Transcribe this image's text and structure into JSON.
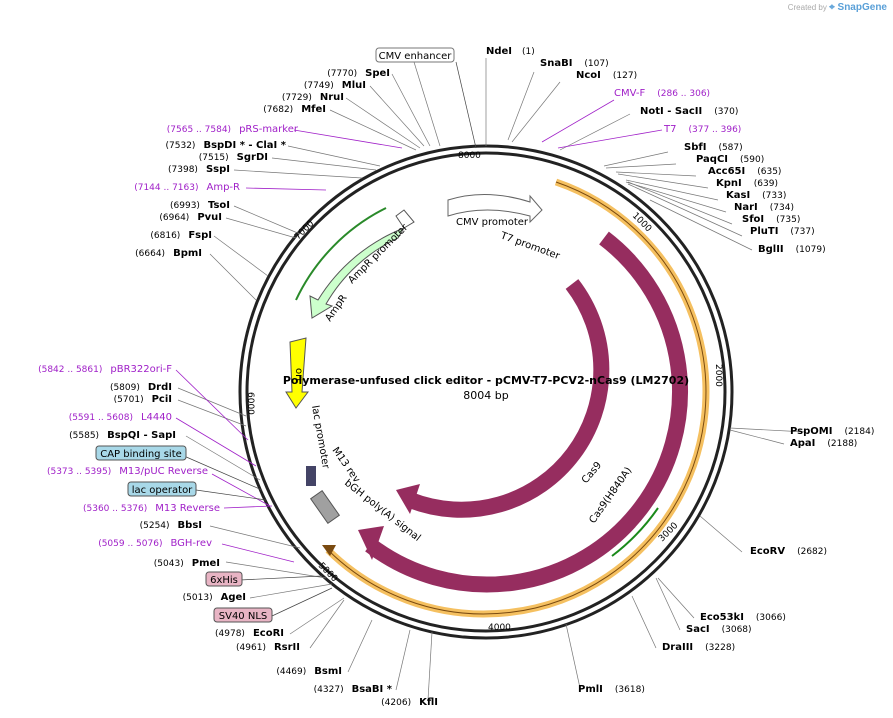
{
  "watermark": {
    "prefix": "Created by",
    "brand": "SnapGene"
  },
  "title": "Polymerase-unfused click editor - pCMV-T7-PCV2-nCas9 (LM2702)",
  "subtitle": "8004 bp",
  "length": 8004,
  "ticks": [
    "8000",
    "1000",
    "2000",
    "3000",
    "4000",
    "5000",
    "6000",
    "7000"
  ],
  "enzymes": [
    {
      "name": "NdeI",
      "pos": "(1)",
      "tail": ""
    },
    {
      "name": "SnaBI",
      "pos": "(107)",
      "tail": ""
    },
    {
      "name": "NcoI",
      "pos": "(127)",
      "tail": ""
    },
    {
      "name": "NotI",
      "pos": "(370)",
      "tail": " - SacII"
    },
    {
      "name": "SbfI",
      "pos": "(587)",
      "tail": ""
    },
    {
      "name": "PaqCI",
      "pos": "(590)",
      "tail": ""
    },
    {
      "name": "Acc65I",
      "pos": "(635)",
      "tail": ""
    },
    {
      "name": "KpnI",
      "pos": "(639)",
      "tail": ""
    },
    {
      "name": "KasI",
      "pos": "(733)",
      "tail": ""
    },
    {
      "name": "NarI",
      "pos": "(734)",
      "tail": ""
    },
    {
      "name": "SfoI",
      "pos": "(735)",
      "tail": ""
    },
    {
      "name": "PluTI",
      "pos": "(737)",
      "tail": ""
    },
    {
      "name": "BglII",
      "pos": "(1079)",
      "tail": ""
    },
    {
      "name": "PspOMI",
      "pos": "(2184)",
      "tail": ""
    },
    {
      "name": "ApaI",
      "pos": "(2188)",
      "tail": ""
    },
    {
      "name": "EcoRV",
      "pos": "(2682)",
      "tail": ""
    },
    {
      "name": "Eco53kI",
      "pos": "(3066)",
      "tail": ""
    },
    {
      "name": "SacI",
      "pos": "(3068)",
      "tail": ""
    },
    {
      "name": "DraIII",
      "pos": "(3228)",
      "tail": ""
    },
    {
      "name": "PmlI",
      "pos": "(3618)",
      "tail": ""
    },
    {
      "name": "KflI",
      "pos": "(4206)",
      "tail": ""
    },
    {
      "name": "BsaBI",
      "pos": "(4327)",
      "tail": " *"
    },
    {
      "name": "BsmI",
      "pos": "(4469)",
      "tail": ""
    },
    {
      "name": "RsrII",
      "pos": "(4961)",
      "tail": ""
    },
    {
      "name": "EcoRI",
      "pos": "(4978)",
      "tail": ""
    },
    {
      "name": "AgeI",
      "pos": "(5013)",
      "tail": ""
    },
    {
      "name": "PmeI",
      "pos": "(5043)",
      "tail": ""
    },
    {
      "name": "BbsI",
      "pos": "(5254)",
      "tail": ""
    },
    {
      "name": "BspQI",
      "pos": "(5585)",
      "tail": " - SapI"
    },
    {
      "name": "PciI",
      "pos": "(5701)",
      "tail": ""
    },
    {
      "name": "DrdI",
      "pos": "(5809)",
      "tail": ""
    },
    {
      "name": "BpmI",
      "pos": "(6664)",
      "tail": ""
    },
    {
      "name": "FspI",
      "pos": "(6816)",
      "tail": ""
    },
    {
      "name": "PvuI",
      "pos": "(6964)",
      "tail": ""
    },
    {
      "name": "TsoI",
      "pos": "(6993)",
      "tail": ""
    },
    {
      "name": "SspI",
      "pos": "(7398)",
      "tail": ""
    },
    {
      "name": "SgrDI",
      "pos": "(7515)",
      "tail": ""
    },
    {
      "name": "BspDI",
      "pos": "(7532)",
      "tail": " * - ClaI *"
    },
    {
      "name": "MfeI",
      "pos": "(7682)",
      "tail": ""
    },
    {
      "name": "NruI",
      "pos": "(7729)",
      "tail": ""
    },
    {
      "name": "MluI",
      "pos": "(7749)",
      "tail": ""
    },
    {
      "name": "SpeI",
      "pos": "(7770)",
      "tail": ""
    }
  ],
  "primers": [
    {
      "name": "CMV-F",
      "range": "(286 .. 306)"
    },
    {
      "name": "T7",
      "range": "(377 .. 396)"
    },
    {
      "name": "pRS-marker",
      "range": "(7565 .. 7584)"
    },
    {
      "name": "Amp-R",
      "range": "(7144 .. 7163)"
    },
    {
      "name": "pBR322ori-F",
      "range": "(5842 .. 5861)"
    },
    {
      "name": "L4440",
      "range": "(5591 .. 5608)"
    },
    {
      "name": "M13/pUC Reverse",
      "range": "(5373 .. 5395)"
    },
    {
      "name": "M13 Reverse",
      "range": "(5360 .. 5376)"
    },
    {
      "name": "BGH-rev",
      "range": "(5059 .. 5076)"
    }
  ],
  "boxed": [
    {
      "name": "CMV enhancer",
      "color": "#ffffff"
    },
    {
      "name": "CAP binding site",
      "color": "#a8d8e8"
    },
    {
      "name": "lac operator",
      "color": "#a8d8e8"
    },
    {
      "name": "6xHis",
      "color": "#e8b4c4"
    },
    {
      "name": "SV40 NLS",
      "color": "#e8b4c4"
    }
  ],
  "features": [
    {
      "name": "CMV promoter"
    },
    {
      "name": "T7 promoter"
    },
    {
      "name": "AmpR promoter"
    },
    {
      "name": "AmpR"
    },
    {
      "name": "ori"
    },
    {
      "name": "lac promoter"
    },
    {
      "name": "M13 rev"
    },
    {
      "name": "bGH poly(A) signal"
    },
    {
      "name": "Cas9"
    },
    {
      "name": "Cas9(H840A)"
    }
  ],
  "colors": {
    "cas9": "#962d5f",
    "orange": "#f5c060",
    "ampr": "#ccffcc",
    "ori": "#ffff00",
    "primer": "#a020c8"
  }
}
